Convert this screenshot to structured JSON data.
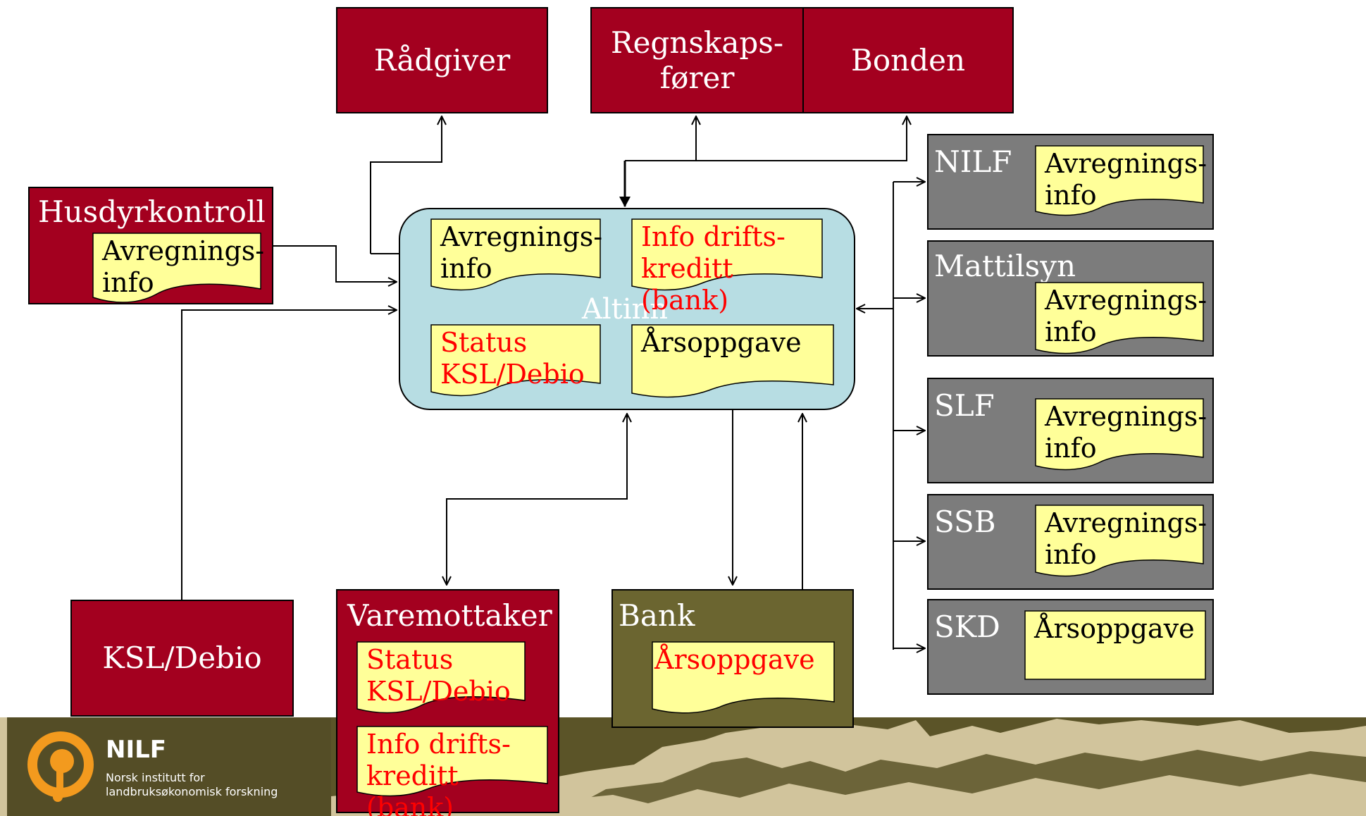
{
  "actors": {
    "radgiver": "Rådgiver",
    "regnskapsforer": "Regnskaps-\nfører",
    "bonden": "Bonden",
    "husdyrkontroll": "Husdyrkontroll",
    "ksl_debio": "KSL/Debio",
    "varemottaker": "Varemottaker",
    "bank": "Bank"
  },
  "altinn": {
    "label": "Altinn",
    "docs": {
      "avregningsinfo": "Avregnings-\ninfo",
      "driftskreditt": "Info drifts-\nkreditt (bank)",
      "status": "Status\nKSL/Debio",
      "arsoppgave": "Årsoppgave"
    }
  },
  "husdyrkontroll_doc": "Avregnings-\ninfo",
  "varemottaker_docs": {
    "status": "Status\nKSL/Debio",
    "driftskreditt": "Info drifts-\nkreditt (bank)"
  },
  "bank_doc": "Årsoppgave",
  "agencies": [
    {
      "name": "NILF",
      "doc": "Avregnings-\ninfo"
    },
    {
      "name": "Mattilsyn",
      "doc": "Avregnings-\ninfo"
    },
    {
      "name": "SLF",
      "doc": "Avregnings-\ninfo"
    },
    {
      "name": "SSB",
      "doc": "Avregnings-\ninfo"
    },
    {
      "name": "SKD",
      "doc": "Årsoppgave"
    }
  ],
  "logo": {
    "name": "NILF",
    "subtitle": "Norsk institutt for\nlandbruksøkonomisk forskning"
  },
  "colors": {
    "actor_red": "#a3001f",
    "agency_grey": "#7c7c7c",
    "bank_olive": "#6b6530",
    "altinn_blue": "#b7dde3",
    "note_yellow": "#ffff99",
    "logo_orange": "#f39a1e"
  }
}
